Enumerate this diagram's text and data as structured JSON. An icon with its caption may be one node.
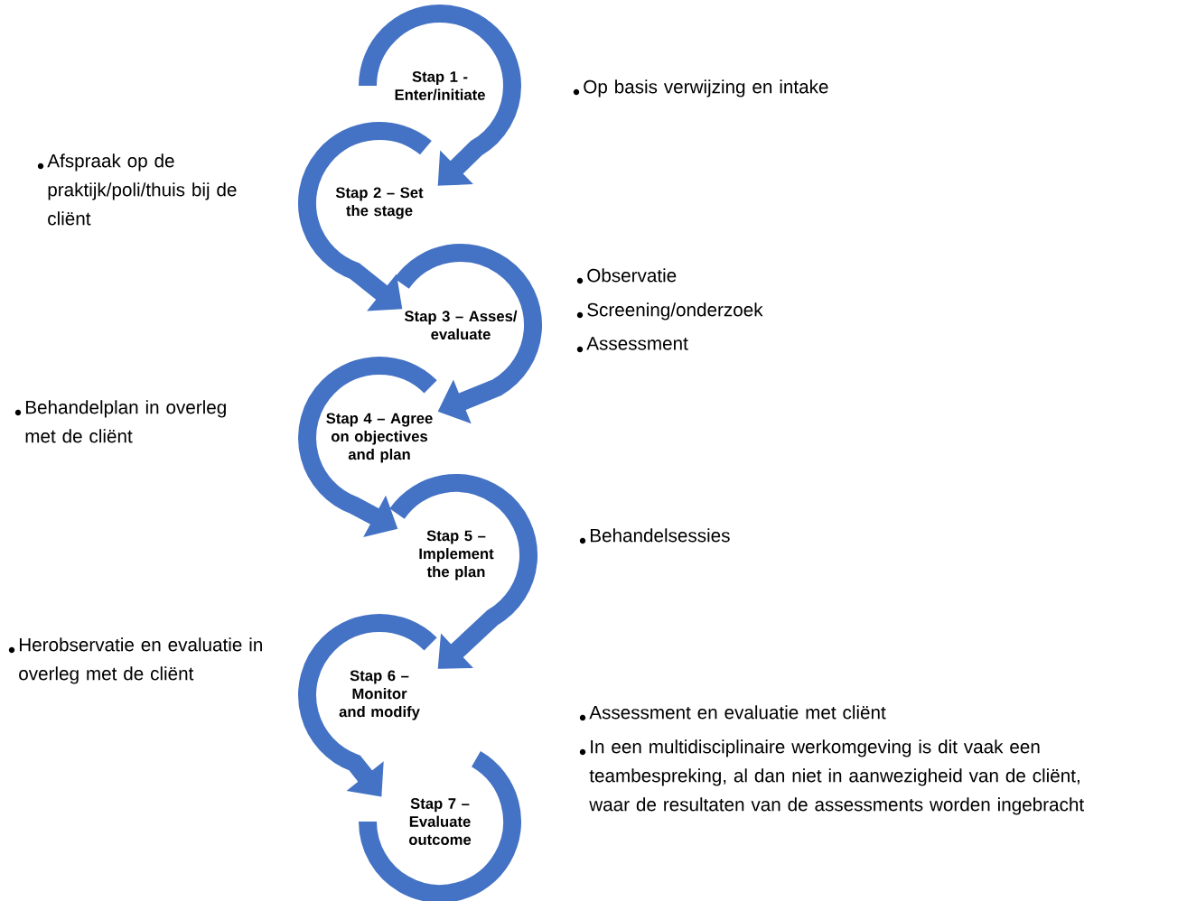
{
  "diagram": {
    "nodes": [
      {
        "text": [
          "Stap 1 - Enter/initiate"
        ]
      },
      {
        "text": [
          "Stap 2 – Set the stage"
        ]
      },
      {
        "text": [
          "Stap 3 – Asses/ evaluate"
        ]
      },
      {
        "text": [
          "Stap 4 – Agree on objectives and plan"
        ]
      },
      {
        "text": [
          "Stap 5 – Implement the plan"
        ]
      },
      {
        "text": [
          "Stap 6 – Monitor and modify"
        ]
      },
      {
        "text": [
          "Stap 7 – Evaluate outcome"
        ]
      }
    ],
    "edges": [
      {
        "from": 0,
        "to": 1,
        "arrow": "to"
      },
      {
        "from": 1,
        "to": 2,
        "arrow": "to"
      },
      {
        "from": 2,
        "to": 3,
        "arrow": "to"
      },
      {
        "from": 3,
        "to": 4,
        "arrow": "to"
      },
      {
        "from": 4,
        "to": 5,
        "arrow": "to"
      },
      {
        "from": 5,
        "to": 6,
        "arrow": "to"
      }
    ],
    "labels": [
      "Op basis verwijzing en intake",
      "Afspraak op de praktijk/poli/thuis bij de cliënt",
      "Observatie",
      "Screening/onderzoek",
      "Assessment",
      "Behandelplan in overleg met de cliënt",
      "Behandelsessies",
      "Herobservatie en evaluatie in overleg met de cliënt",
      "Assessment en evaluatie met cliënt",
      "In een multidisciplinaire werkomgeving is dit vaak een teambespreking, al dan niet in aanwezigheid van de cliënt, waar de resultaten van de assessments worden ingebracht"
    ]
  }
}
